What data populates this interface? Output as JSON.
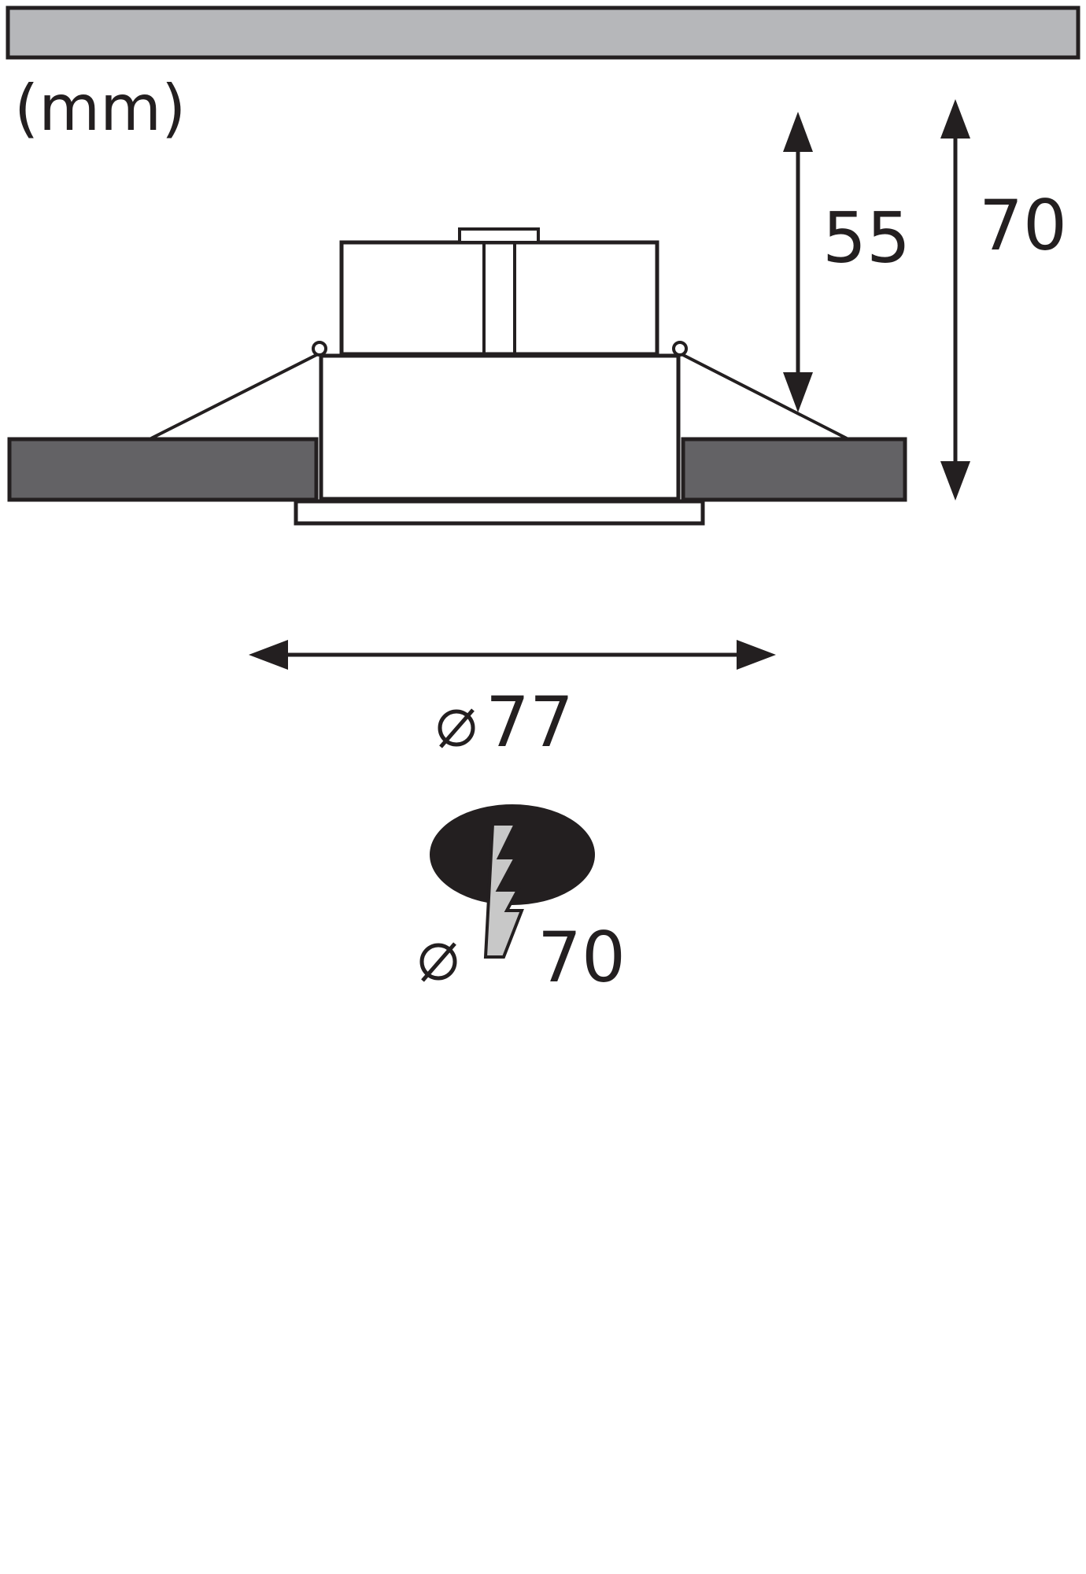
{
  "units_label": "(mm)",
  "dimensions": {
    "depth_inner": "55",
    "depth_total": "70",
    "outer_diameter": "77",
    "cutout_diameter": "70",
    "diameter_symbol": "⌀"
  },
  "colors": {
    "line": "#231f20",
    "ceiling_strip": "#b6b7ba",
    "ceiling_board": "#636265",
    "hole_fill": "#231f20",
    "bolt_fill": "#c8c8c8",
    "background": "#ffffff"
  },
  "icons": {
    "cutout_hole": "ceiling-cutout-hole-icon",
    "warning": "lightning-bolt-icon"
  }
}
